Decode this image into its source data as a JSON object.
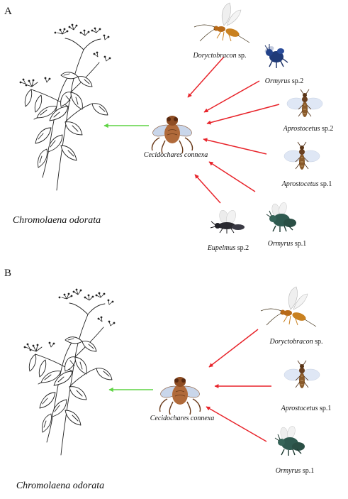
{
  "colors": {
    "parasitoid_arrow": "#e8242b",
    "host_arrow": "#5fd444",
    "plant_line": "#222222",
    "fly_body": "#b06a3a",
    "wing": "#c9d6ea",
    "dark_wasp": "#1f3a78",
    "green_wasp": "#2f5a50"
  },
  "panels": [
    {
      "letter": "A",
      "plant": "Chromolaena odorata",
      "host": "Cecidochares connexa",
      "parasitoids": [
        {
          "genus": "Doryctobracon",
          "suffix": " sp.",
          "icon": "braconid-wasp-icon"
        },
        {
          "genus": "Ormyrus",
          "suffix": " sp.2",
          "icon": "blue-wasp-icon"
        },
        {
          "genus": "Aprostocetus",
          "suffix": " sp.2",
          "icon": "brown-wasp-icon"
        },
        {
          "genus": "Aprostocetus",
          "suffix": " sp.1",
          "icon": "brown-wasp-icon"
        },
        {
          "genus": "Ormyrus",
          "suffix": " sp.1",
          "icon": "green-wasp-icon"
        },
        {
          "genus": "Eupelmus",
          "suffix": " sp.2",
          "icon": "black-wasp-icon"
        }
      ]
    },
    {
      "letter": "B",
      "plant": "Chromolaena odorata",
      "host": "Cecidochares connexa",
      "parasitoids": [
        {
          "genus": "Doryctobracon",
          "suffix": " sp.",
          "icon": "braconid-wasp-icon"
        },
        {
          "genus": "Aprostocetus",
          "suffix": " sp.1",
          "icon": "brown-wasp-icon"
        },
        {
          "genus": "Ormyrus",
          "suffix": " sp.1",
          "icon": "green-wasp-icon"
        }
      ]
    }
  ]
}
